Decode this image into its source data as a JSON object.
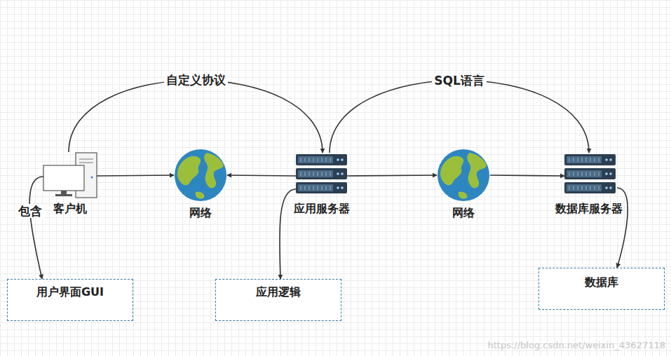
{
  "diagram": {
    "nodes": [
      {
        "text": [
          "客户机"
        ]
      },
      {
        "text": [
          "网络"
        ]
      },
      {
        "text": [
          "应用服务器"
        ]
      },
      {
        "text": [
          "网络"
        ]
      },
      {
        "text": [
          "数据库服务器"
        ]
      },
      {
        "text": [
          "用户界面GUI"
        ]
      },
      {
        "text": [
          "应用逻辑"
        ]
      },
      {
        "text": [
          "数据库"
        ]
      }
    ],
    "edges": [
      {
        "from": 0,
        "to": 2,
        "label": "自定义协议",
        "arrow": "to"
      },
      {
        "from": 2,
        "to": 4,
        "label": "SQL语言",
        "arrow": "to"
      },
      {
        "from": 0,
        "to": 1,
        "arrow": "to"
      },
      {
        "from": 2,
        "to": 1,
        "arrow": "to"
      },
      {
        "from": 2,
        "to": 3,
        "arrow": "to"
      },
      {
        "from": 3,
        "to": 4,
        "arrow": "to"
      },
      {
        "from": 0,
        "to": 5,
        "label": "包含",
        "arrow": "to"
      },
      {
        "from": 2,
        "to": 6,
        "arrow": "to"
      },
      {
        "from": 4,
        "to": 7,
        "arrow": "to"
      }
    ],
    "labels": [
      "https://blog.csdn.net/weixin_43627118"
    ]
  }
}
